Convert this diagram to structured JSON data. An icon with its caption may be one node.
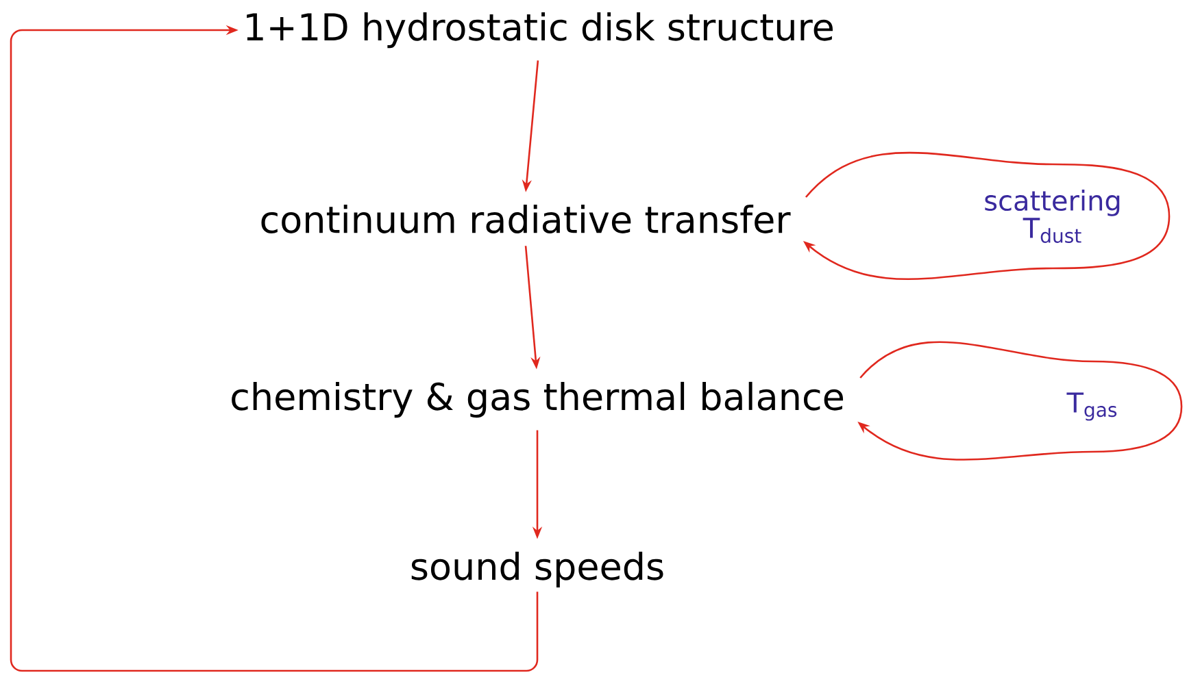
{
  "diagram": {
    "nodes": [
      {
        "text": [
          "1+1D hydrostatic disk structure"
        ]
      },
      {
        "text": [
          "continuum radiative transfer"
        ]
      },
      {
        "text": [
          "chemistry & gas thermal balance"
        ]
      },
      {
        "text": [
          "sound speeds"
        ]
      }
    ],
    "edges": [
      {
        "from": 0,
        "to": 1,
        "arrow": "to"
      },
      {
        "from": 1,
        "to": 2,
        "arrow": "to"
      },
      {
        "from": 2,
        "to": 3,
        "arrow": "to"
      },
      {
        "from": 1,
        "to": 1,
        "arrow": "to",
        "label": "scattering T$_{dust}$"
      },
      {
        "from": 2,
        "to": 2,
        "arrow": "to",
        "label": "T$_{gas}$"
      },
      {
        "from": 3,
        "to": 0,
        "arrow": "to"
      }
    ]
  }
}
